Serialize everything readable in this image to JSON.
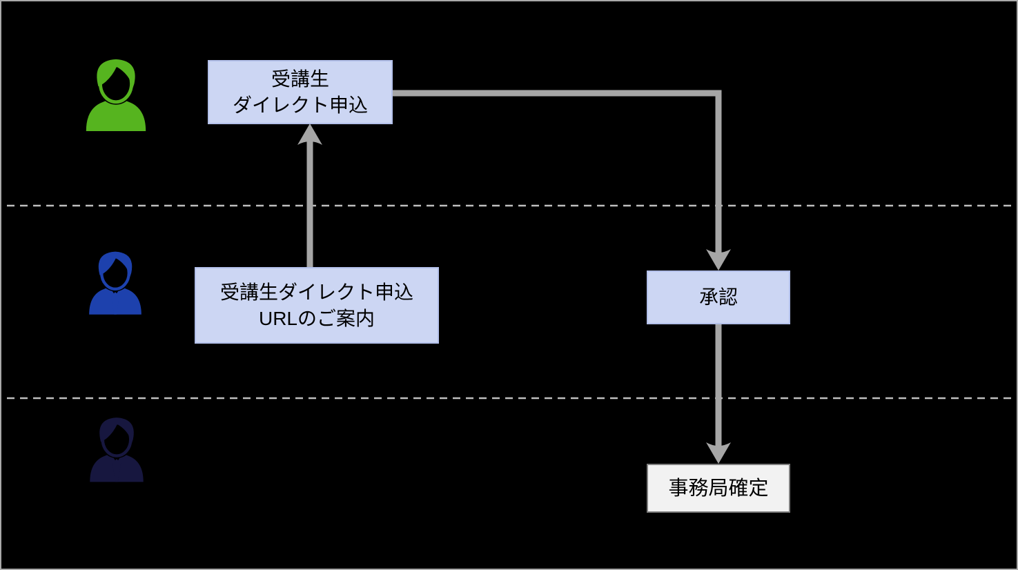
{
  "diagram": {
    "type": "swimlane-flowchart",
    "lanes": [
      {
        "id": "lane-student",
        "actor_icon": "person-icon",
        "actor_color": "#56b41f"
      },
      {
        "id": "lane-staff",
        "actor_icon": "person-tie-icon",
        "actor_color": "#1d41ad"
      },
      {
        "id": "lane-office",
        "actor_icon": "person-tie-icon",
        "actor_color": "#17173f"
      }
    ],
    "nodes": {
      "direct_apply": {
        "line1": "受講生",
        "line2": "ダイレクト申込"
      },
      "url_guide": {
        "line1": "受講生ダイレクト申込",
        "line2": "URLのご案内"
      },
      "approve": {
        "label": "承認"
      },
      "office_confirm": {
        "label": "事務局確定"
      }
    },
    "edges": [
      {
        "from": "url_guide",
        "to": "direct_apply",
        "direction": "up"
      },
      {
        "from": "direct_apply",
        "to": "approve",
        "direction": "right-then-down"
      },
      {
        "from": "approve",
        "to": "office_confirm",
        "direction": "down"
      }
    ],
    "colors": {
      "background": "#000000",
      "canvas_border": "#a9a9a9",
      "box_fill": "#ccd6f3",
      "box_border": "#b3c0ea",
      "final_box_fill": "#f2f2f2",
      "final_box_border": "#7f7f7f",
      "arrow": "#a6a6a6",
      "lane_divider": "#bfbfbf",
      "text": "#000000"
    }
  }
}
